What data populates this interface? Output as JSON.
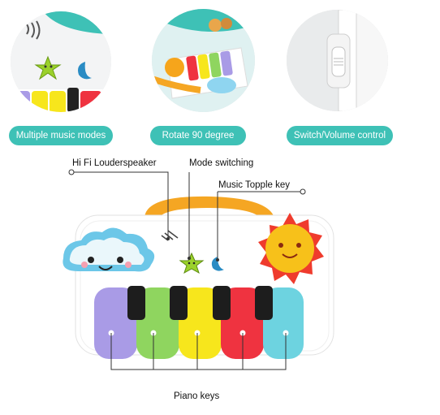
{
  "features": [
    {
      "label": "Multiple music modes"
    },
    {
      "label": "Rotate 90 degree"
    },
    {
      "label": "Switch/Volume control"
    }
  ],
  "callouts": {
    "speaker": "Hi Fi Louderspeaker",
    "mode": "Mode switching",
    "music_key": "Music Topple key",
    "piano_keys": "Piano keys"
  },
  "colors": {
    "pill": "#3ec1b6",
    "handle": "#f5a623",
    "key_purple": "#a99be6",
    "key_green": "#8fd55f",
    "key_yellow": "#f7e61c",
    "key_red": "#ef3340",
    "key_cyan": "#6dd3e0",
    "cloud": "#6cc7e8",
    "sun": "#ef3b2d"
  },
  "icons": [
    "star-face-icon",
    "moon-icon",
    "cloud-face-icon",
    "sun-face-icon",
    "speaker-grille-icon"
  ]
}
